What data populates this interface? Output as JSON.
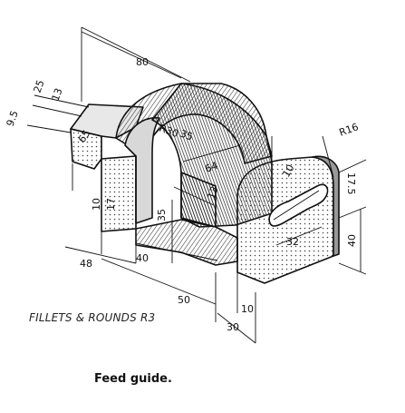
{
  "drawing": {
    "notes": "FILLETS & ROUNDS R3",
    "caption": "Feed guide.",
    "dimensions": {
      "d80": "80",
      "d25": "25",
      "d13a": "13",
      "d95": "9.5",
      "d65": "65",
      "r30": "R30",
      "d35a": "35",
      "r16": "R16",
      "d64": "64",
      "d10a": "10",
      "d175": "17.5",
      "d13b": "13",
      "d17": "17",
      "d10b": "10",
      "d35b": "35",
      "d40a": "40",
      "d32": "32",
      "d40b": "40",
      "d48": "48",
      "d50": "50",
      "d10c": "10",
      "d30": "30"
    }
  }
}
